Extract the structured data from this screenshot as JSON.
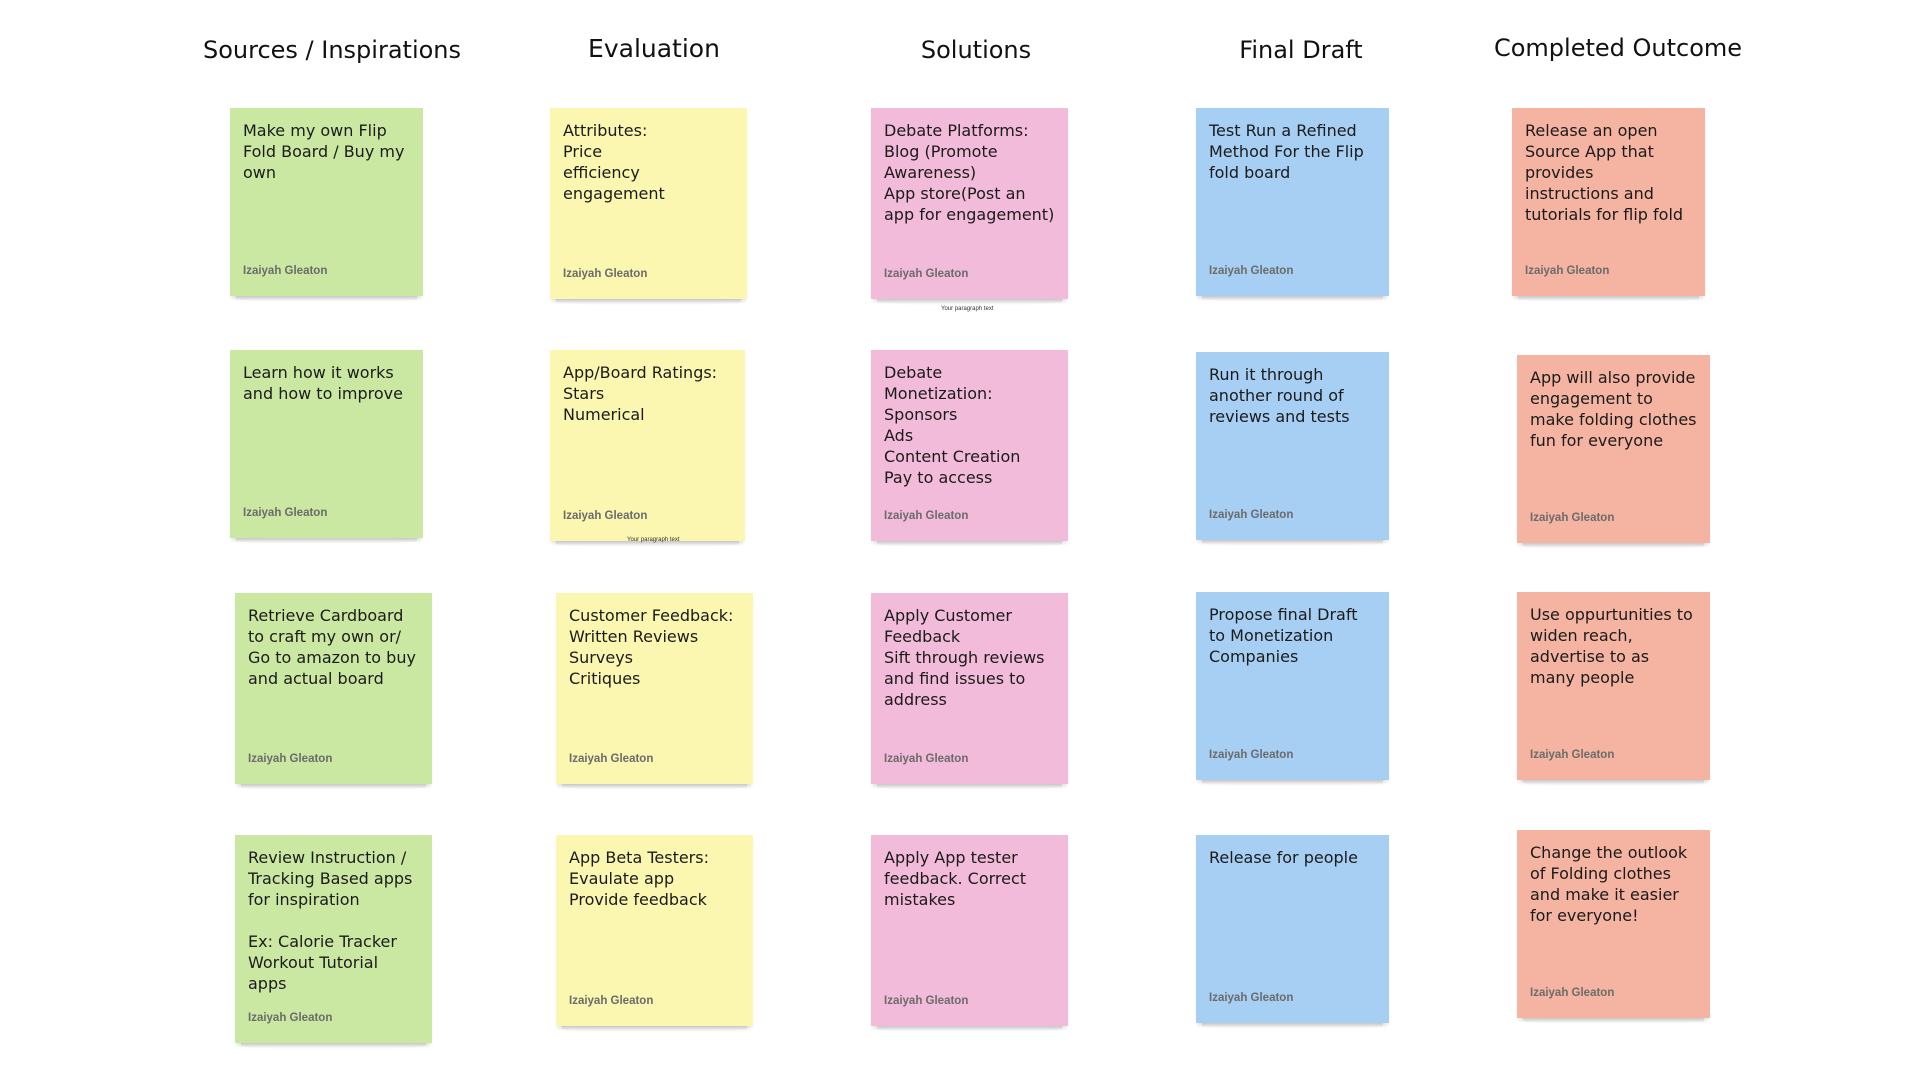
{
  "columns": [
    "Sources / Inspirations",
    "Evaluation",
    "Solutions",
    "Final Draft",
    "Completed Outcome"
  ],
  "author": "Izaiyah Gleaton",
  "placeholder_text": "Your paragraph text",
  "colors": {
    "sources": "#cbe8a2",
    "evaluation": "#fbf6b0",
    "solutions": "#f2bbd9",
    "final_draft": "#a6cff3",
    "completed_outcome": "#f4b4a1"
  },
  "notes": {
    "sources": [
      "Make my own Flip Fold Board / Buy my own",
      "Learn how it works and how to improve",
      "Retrieve Cardboard to craft my own or/ Go to amazon to buy and actual board",
      "Review Instruction / Tracking Based apps for inspiration\n\nEx: Calorie Tracker\nWorkout Tutorial apps"
    ],
    "evaluation": [
      "Attributes:\nPrice\nefficiency\nengagement",
      "App/Board Ratings:\nStars\nNumerical",
      "Customer Feedback:\nWritten Reviews\nSurveys\nCritiques",
      "App Beta Testers:\nEvaulate app\nProvide feedback"
    ],
    "solutions": [
      "Debate Platforms:\nBlog (Promote Awareness)\nApp store(Post an app for engagement)",
      "Debate Monetization:\nSponsors\nAds\nContent Creation\nPay to access",
      "Apply Customer Feedback\nSift through reviews and find issues to address",
      "Apply App tester feedback. Correct mistakes"
    ],
    "final_draft": [
      "Test Run a Refined Method For the Flip fold board",
      "Run it through another round of reviews and tests",
      "Propose final Draft to Monetization Companies",
      "Release for people"
    ],
    "completed_outcome": [
      "Release an open Source  App that provides instructions and tutorials for flip fold",
      "App will also provide engagement to make folding clothes fun for everyone",
      "Use oppurtunities to widen reach, advertise to as many people",
      "Change the outlook of Folding clothes and make it easier for everyone!"
    ]
  }
}
